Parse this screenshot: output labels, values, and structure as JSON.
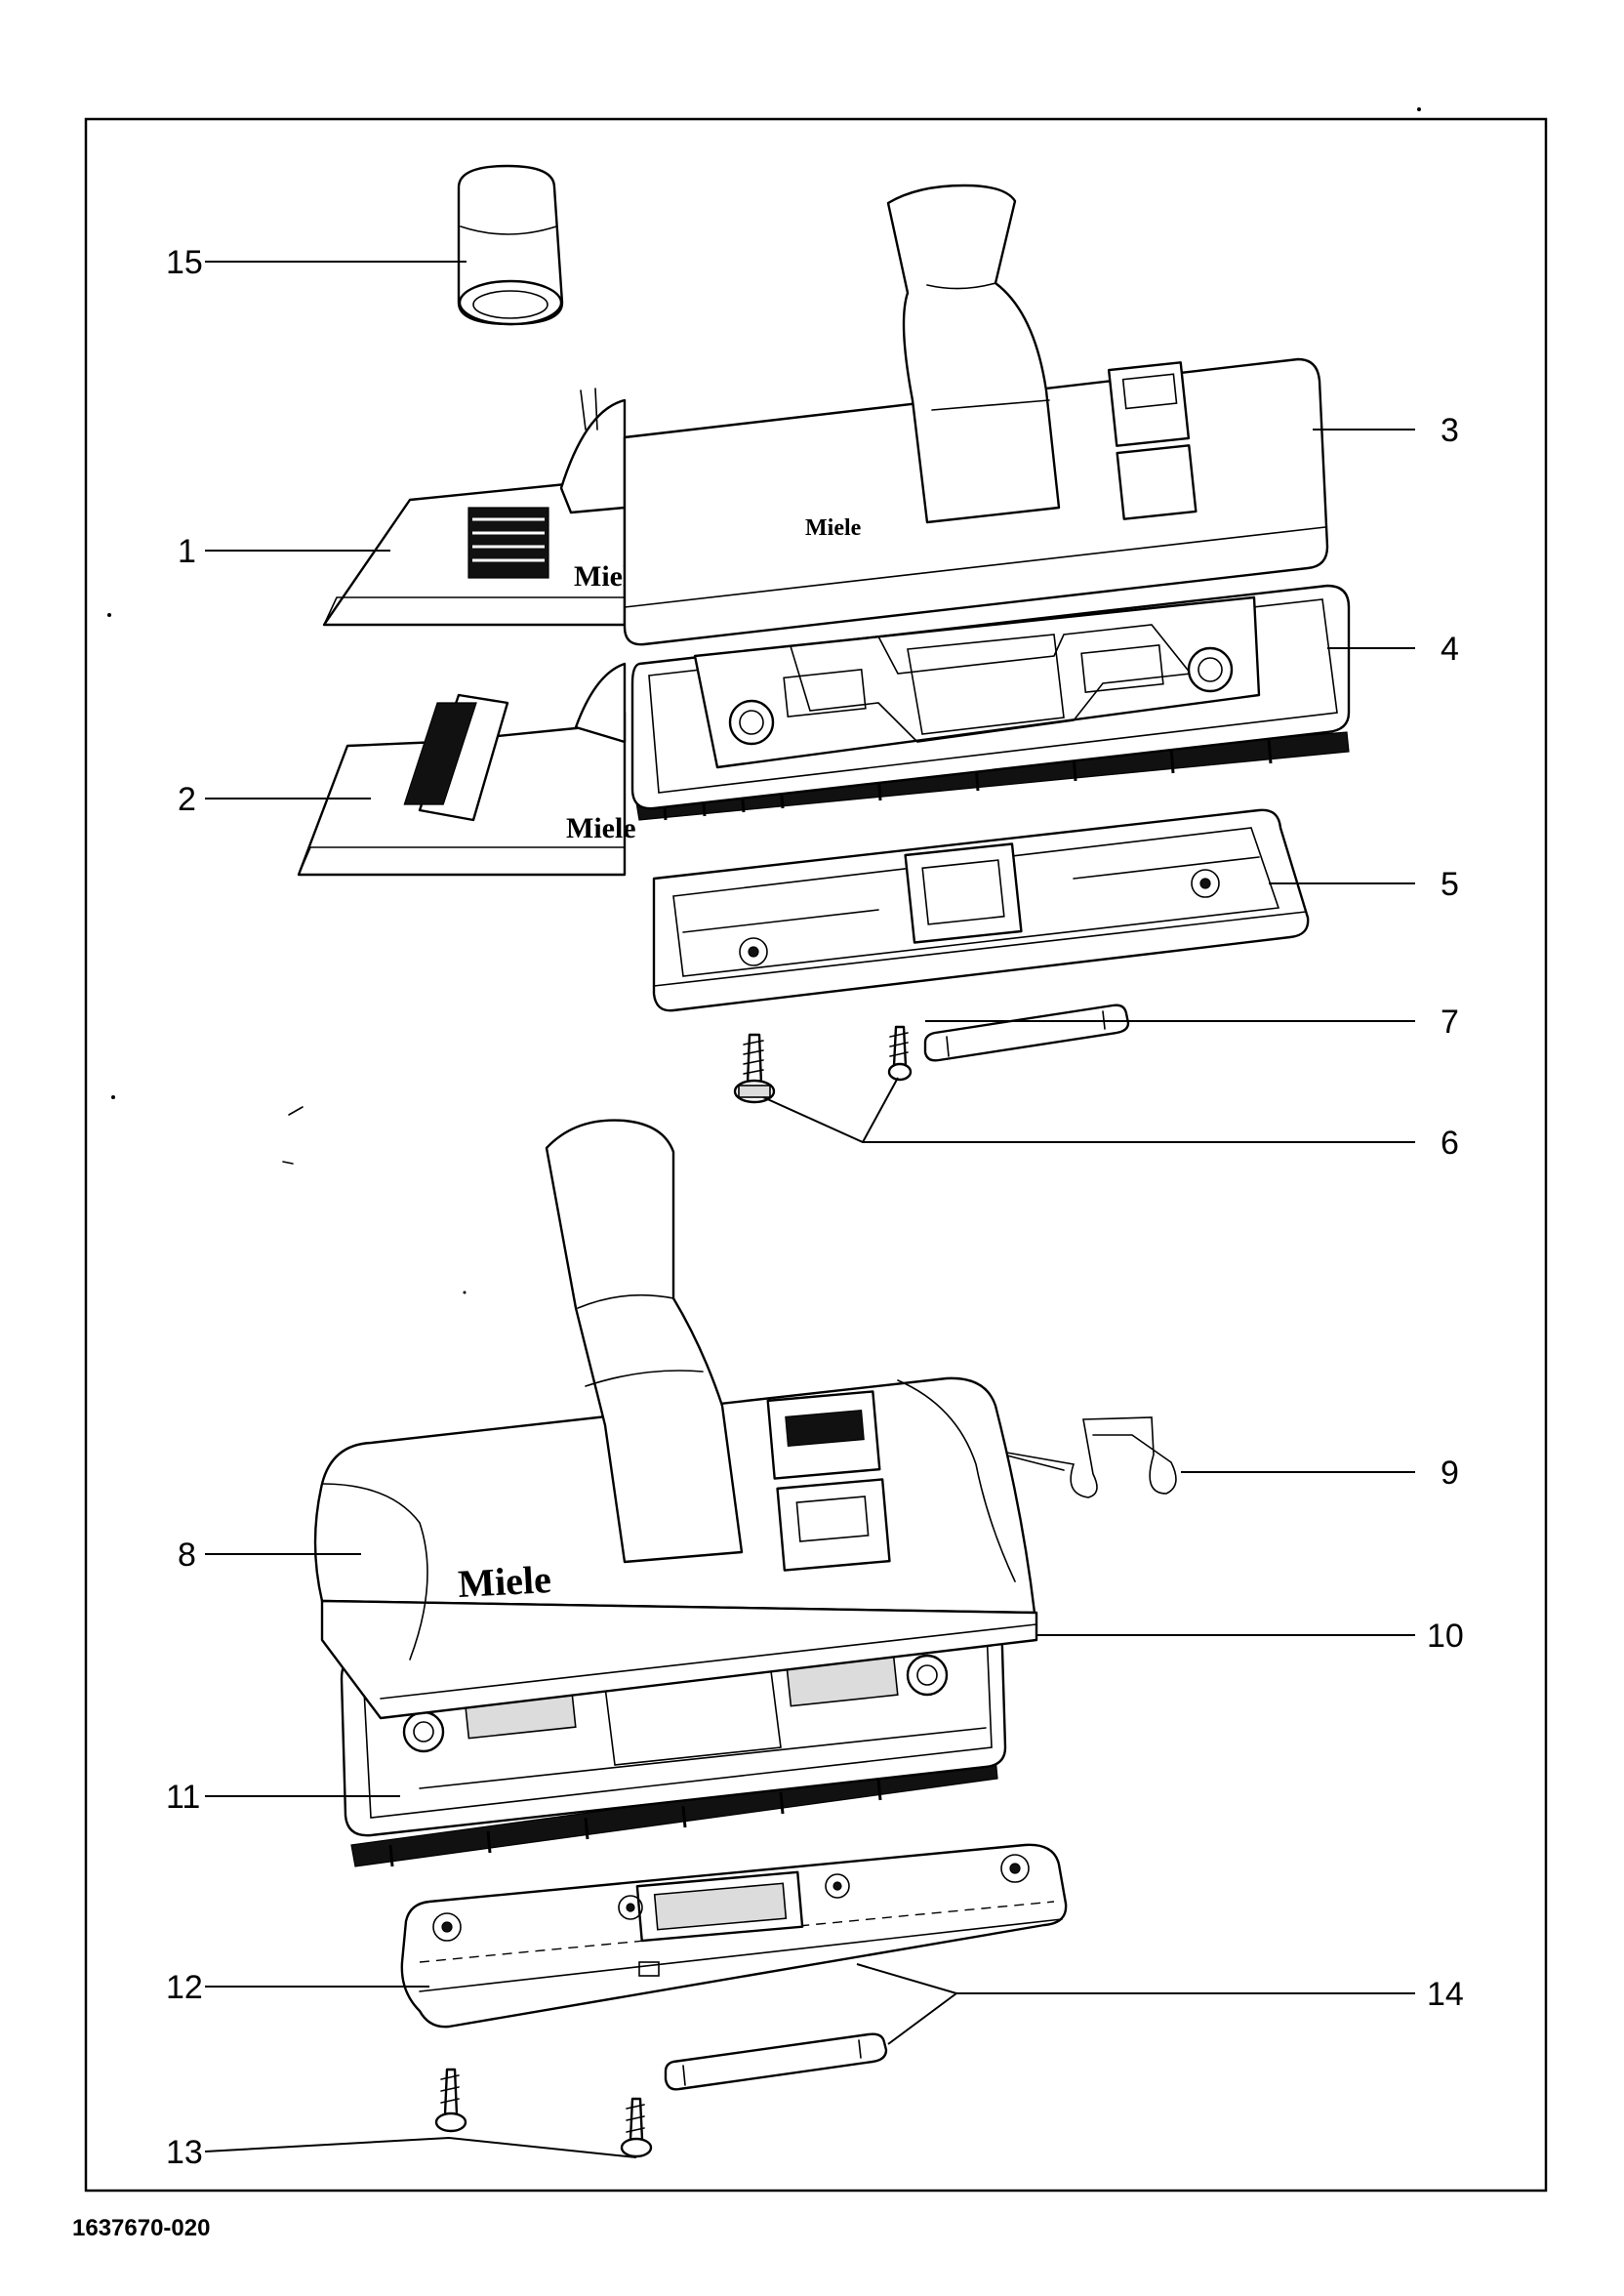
{
  "drawing": {
    "brand_marks": [
      "Miele",
      "Miele",
      "Miele",
      "Miele"
    ],
    "document_number": "1637670-020",
    "callouts": [
      "1",
      "2",
      "3",
      "4",
      "5",
      "6",
      "7",
      "8",
      "9",
      "10",
      "11",
      "12",
      "13",
      "14",
      "15"
    ]
  }
}
